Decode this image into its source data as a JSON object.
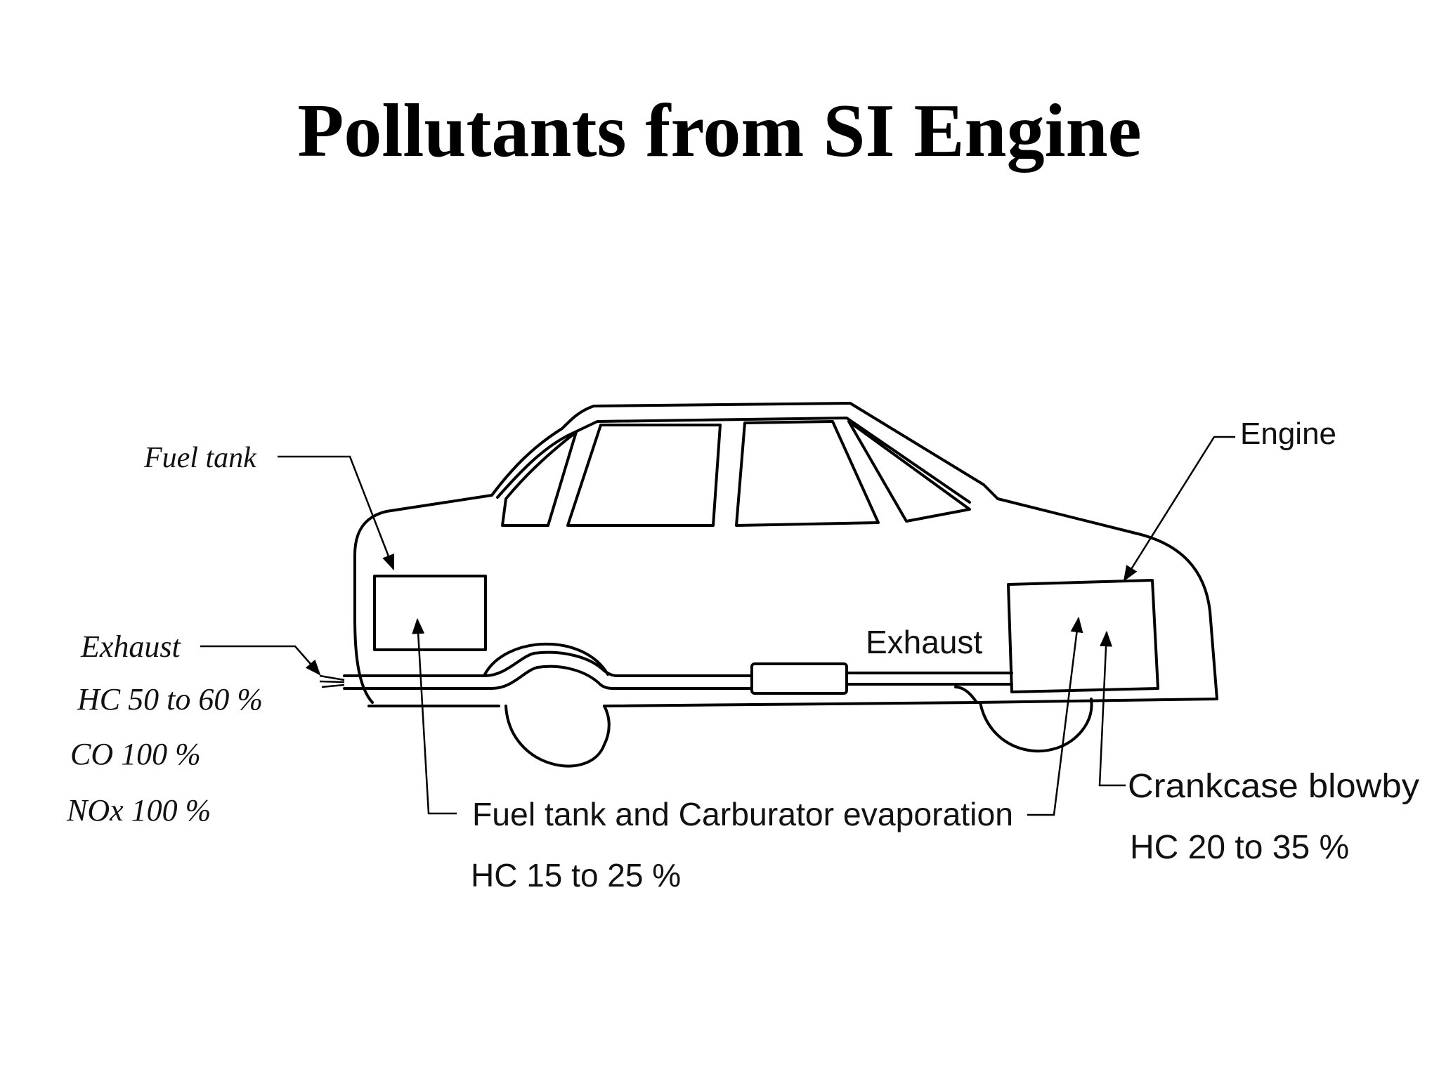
{
  "title": "Pollutants from SI Engine",
  "labels": {
    "fuel_tank": "Fuel tank",
    "engine": "Engine",
    "exhaust_pipe": "Exhaust",
    "exhaust_left": {
      "heading": "Exhaust",
      "lines": [
        "HC 50 to 60 %",
        "CO 100 %",
        "NOx 100 %"
      ]
    },
    "evaporation": {
      "heading": "Fuel tank and Carburator evaporation",
      "line": "HC 15 to 25 %"
    },
    "crankcase": {
      "heading": "Crankcase blowby",
      "line": "HC 20 to 35 %"
    }
  }
}
